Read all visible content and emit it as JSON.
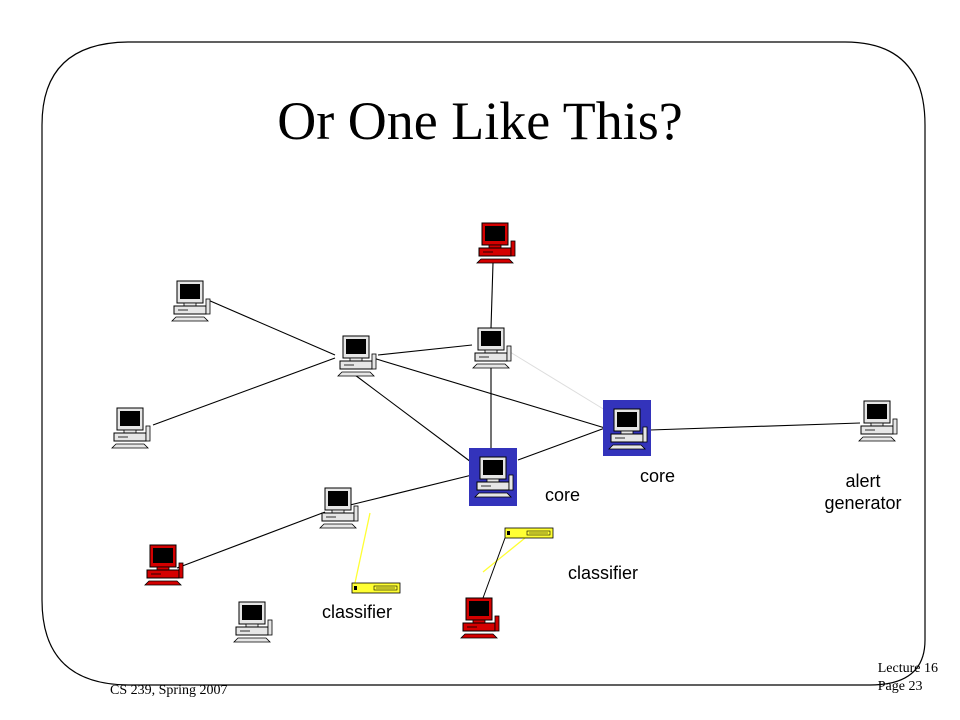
{
  "slide": {
    "title": "Or One Like This?",
    "footer_left": "CS 239, Spring 2007",
    "footer_right_line1": "Lecture 16",
    "footer_right_line2": "Page 23"
  },
  "labels": {
    "core_1": "core",
    "core_2": "core",
    "alert_line1": "alert",
    "alert_line2": "generator",
    "classifier_1": "classifier",
    "classifier_2": "classifier"
  },
  "colors": {
    "computer_normal": "#e6e6e6",
    "computer_compromised": "#d40000",
    "core_highlight": "#3333bb",
    "classifier_link": "#ffff33",
    "link": "#000000"
  },
  "icons": {
    "computer": "desktop-computer-icon",
    "classifier_device": "rack-device-icon"
  }
}
